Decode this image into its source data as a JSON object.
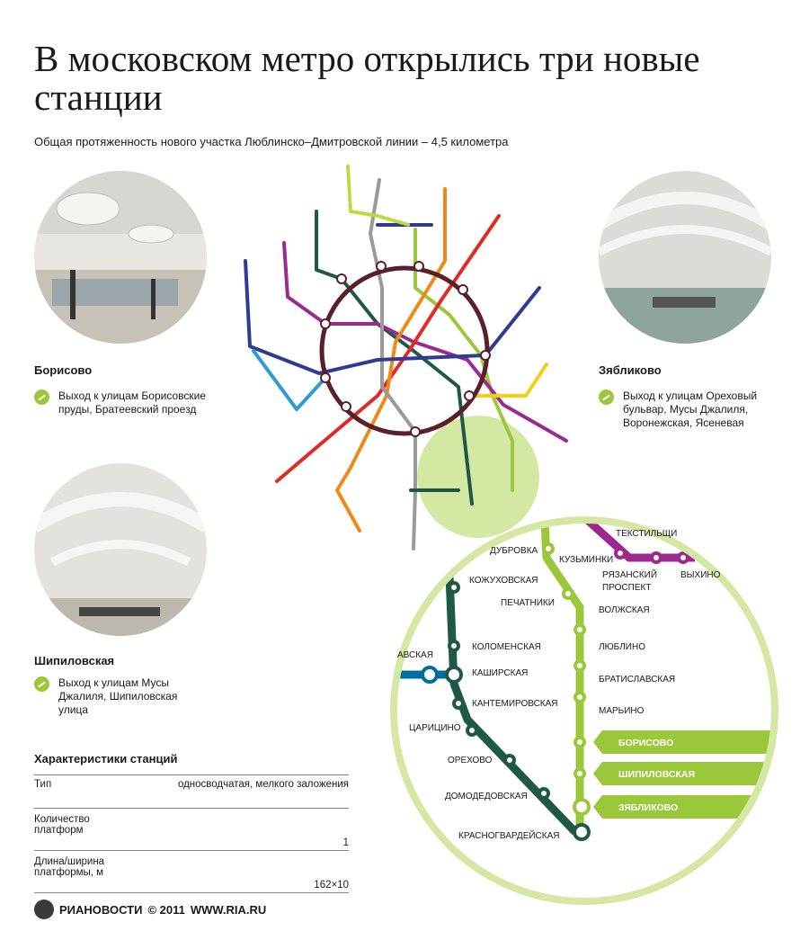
{
  "header": {
    "title": "В московском метро открылись три новые станции",
    "subtitle": "Общая протяженность нового участка Люблинско–Дмитровской линии – 4,5 километра"
  },
  "stations": [
    {
      "name": "Борисово",
      "exit": "Выход к улицам Борисовские пруды, Братеевский проезд"
    },
    {
      "name": "Зябликово",
      "exit": "Выход к улицам Ореховый бульвар, Мусы Джалиля, Воронежская, Ясеневая"
    },
    {
      "name": "Шипиловская",
      "exit": "Выход к улицам Мусы Джалиля, Шипиловская улица"
    }
  ],
  "specs": {
    "title": "Характеристики станций",
    "rows": [
      {
        "key": "Тип",
        "value": "односводчатая, мелкого заложения"
      },
      {
        "key": "Количество платформ",
        "value": "1"
      },
      {
        "key": "Длина/ширина платформы, м",
        "value": "162×10"
      }
    ]
  },
  "map_labels": {
    "dark_green": [
      "ДУБРОВКА",
      "КОЖУХОВСКАЯ",
      "ПЕЧАТНИКИ",
      "КОЛОМЕНСКАЯ",
      "КАШИРСКАЯ",
      "КАНТЕМИРОВСКАЯ",
      "ЦАРИЦИНО",
      "ОРЕХОВО",
      "ДОМОДЕДОВСКАЯ",
      "КРАСНОГВАРДЕЙСКАЯ",
      "АВСКАЯ"
    ],
    "light_green": [
      "ВОЛЖСКАЯ",
      "ЛЮБЛИНО",
      "БРАТИСЛАВСКАЯ",
      "МАРЬИНО"
    ],
    "purple": [
      "КУЗЬМИНКИ",
      "ТЕКСТИЛЬЩИ",
      "РЯЗАНСКИЙ",
      "ПРОСПЕКТ",
      "ВЫХИНО"
    ],
    "new_stations": [
      "БОРИСОВО",
      "ШИПИЛОВСКАЯ",
      "ЗЯБЛИКОВО"
    ]
  },
  "colors": {
    "ring": "#5a1f2a",
    "dark_green": "#1f5846",
    "light_green": "#9bc83b",
    "purple": "#9c2a8e",
    "red": "#e02a24",
    "orange": "#ef8a1a",
    "grey": "#9a9a9a",
    "blue": "#2e3b93",
    "lightblue": "#2f9bd5",
    "yellow": "#f2d019"
  },
  "footer": {
    "brand": "РИАНОВОСТИ",
    "copyright": "© 2011",
    "url": "WWW.RIA.RU"
  }
}
